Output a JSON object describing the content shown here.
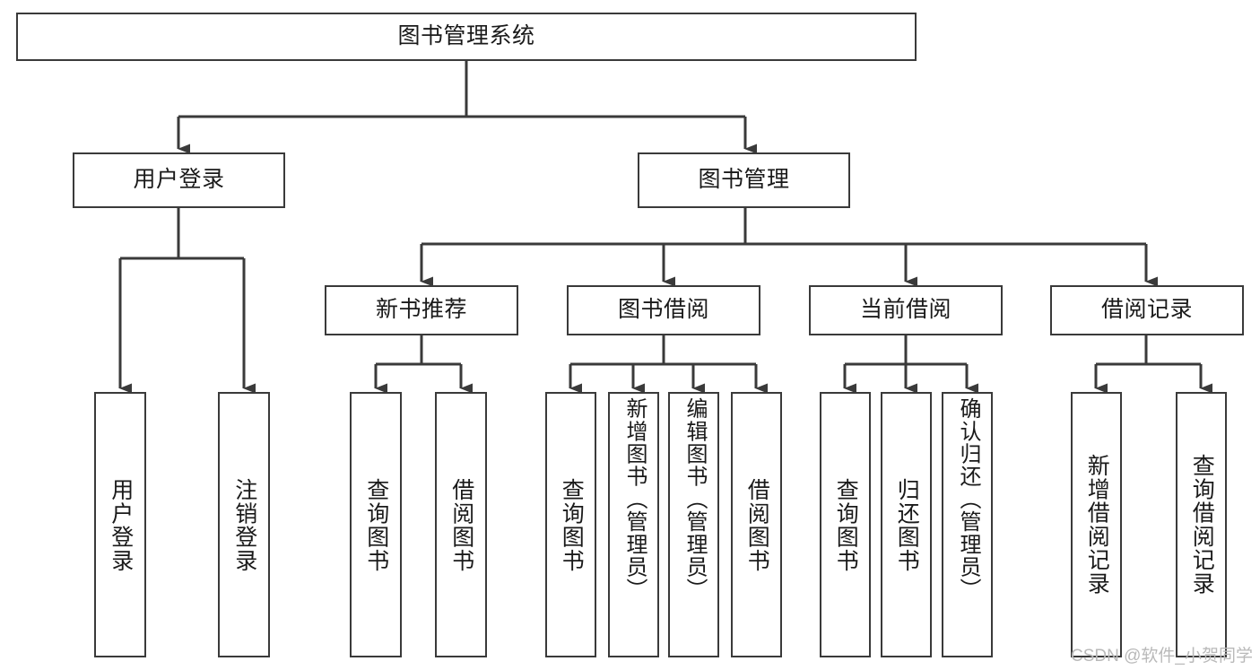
{
  "diagram": {
    "title": "图书管理系统",
    "type": "tree-hierarchy-diagram",
    "colors": {
      "box_border": "#3a3a3a",
      "line": "#3a3a3a",
      "background": "#ffffff",
      "text": "#1a1a1a",
      "watermark": "#b9b9b9"
    },
    "root": {
      "label": "图书管理系统"
    },
    "level2": [
      {
        "label": "用户登录"
      },
      {
        "label": "图书管理"
      }
    ],
    "level3": [
      {
        "label": "新书推荐"
      },
      {
        "label": "图书借阅"
      },
      {
        "label": "当前借阅"
      },
      {
        "label": "借阅记录"
      }
    ],
    "leaves": {
      "user_login": [
        {
          "label": "用户登录"
        },
        {
          "label": "注销登录"
        }
      ],
      "new_book_recommend": [
        {
          "label": "查询图书"
        },
        {
          "label": "借阅图书"
        }
      ],
      "book_borrow": [
        {
          "label": "查询图书"
        },
        {
          "label": "新增图书（管理员）"
        },
        {
          "label": "编辑图书（管理员）"
        },
        {
          "label": "借阅图书"
        }
      ],
      "current_borrow": [
        {
          "label": "查询图书"
        },
        {
          "label": "归还图书"
        },
        {
          "label": "确认归还（管理员）"
        }
      ],
      "borrow_record": [
        {
          "label": "新增借阅记录"
        },
        {
          "label": "查询借阅记录"
        }
      ]
    }
  },
  "watermark": {
    "text": "CSDN @软件_小贺同学"
  }
}
